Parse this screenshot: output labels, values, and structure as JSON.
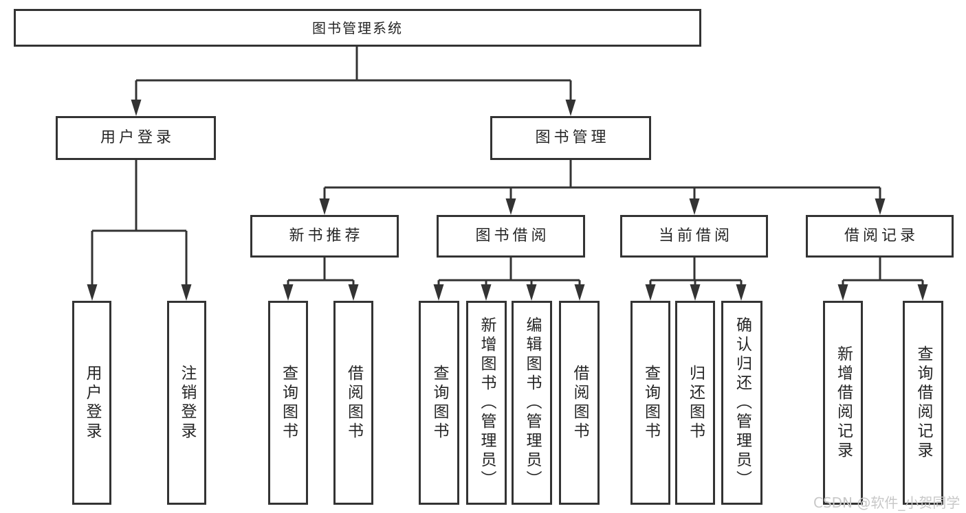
{
  "diagram": {
    "title": "图书管理系统",
    "branches": [
      {
        "label": "用户登录",
        "children": [
          {
            "label": "用户登录"
          },
          {
            "label": "注销登录"
          }
        ]
      },
      {
        "label": "图书管理",
        "children": [
          {
            "label": "新书推荐",
            "children": [
              {
                "label": "查询图书"
              },
              {
                "label": "借阅图书"
              }
            ]
          },
          {
            "label": "图书借阅",
            "children": [
              {
                "label": "查询图书"
              },
              {
                "label": "新增图书（管理员）"
              },
              {
                "label": "编辑图书（管理员）"
              },
              {
                "label": "借阅图书"
              }
            ]
          },
          {
            "label": "当前借阅",
            "children": [
              {
                "label": "查询图书"
              },
              {
                "label": "归还图书"
              },
              {
                "label": "确认归还（管理员）"
              }
            ]
          },
          {
            "label": "借阅记录",
            "children": [
              {
                "label": "新增借阅记录"
              },
              {
                "label": "查询借阅记录"
              }
            ]
          }
        ]
      }
    ]
  },
  "watermark": "CSDN @软件_小贺同学",
  "colors": {
    "line": "#333333",
    "text": "#262626",
    "background": "#ffffff",
    "watermark": "#c8c8c8"
  }
}
